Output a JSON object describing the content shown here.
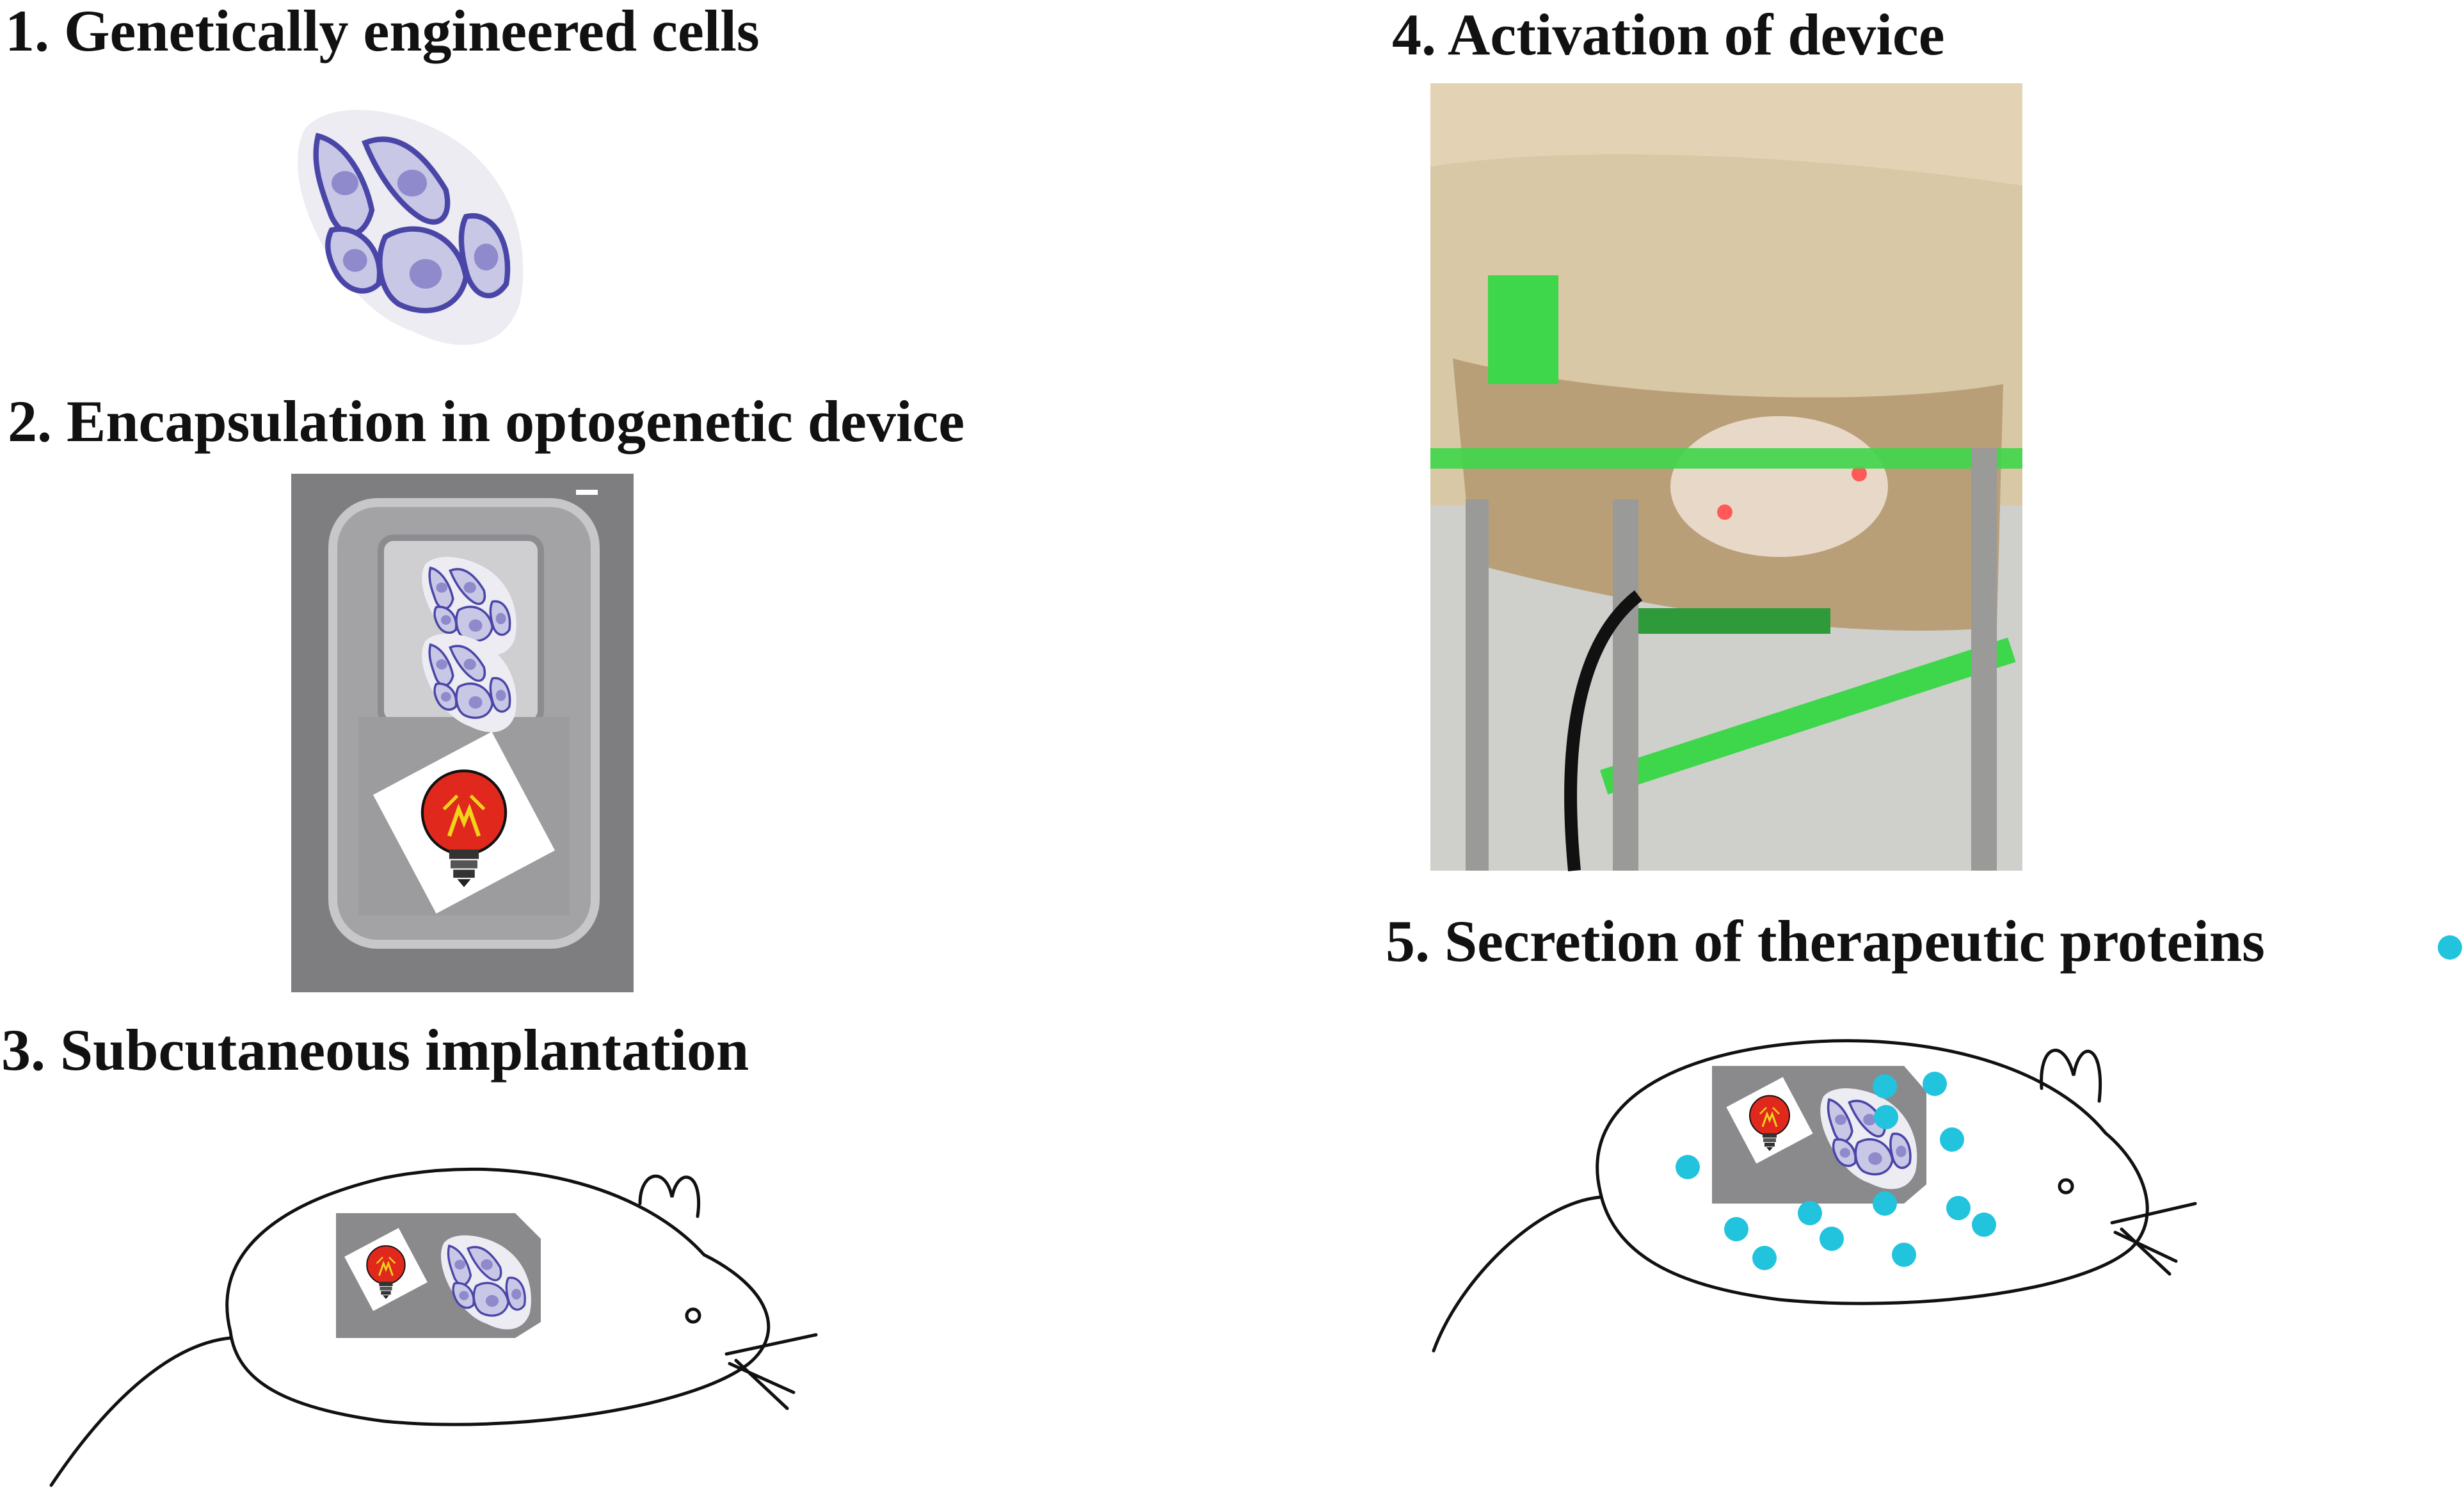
{
  "steps": [
    {
      "label": "1. Genetically engineered cells"
    },
    {
      "label": "2. Encapsulation in optogenetic device"
    },
    {
      "label": "3. Subcutaneous implantation"
    },
    {
      "label": "4. Activation of device"
    },
    {
      "label": "5. Secretion of therapeutic proteins"
    }
  ],
  "colors": {
    "cell_fill": "#c9c7e6",
    "cell_outline": "#4a46a8",
    "cell_nucleus": "#8f8acb",
    "device_gray": "#8d8d8d",
    "bulb_red": "#e0281c",
    "bulb_yellow": "#f1d31b",
    "protein_cyan": "#22c3dd",
    "mouse_outline": "#111111",
    "holder_green": "#3ed64a",
    "cage_tan": "#c9b48f"
  },
  "icons": {
    "cells": "engineered-cells-icon",
    "bulb": "light-bulb-icon",
    "protein": "protein-dot-icon",
    "mouse": "mouse-outline-icon"
  }
}
